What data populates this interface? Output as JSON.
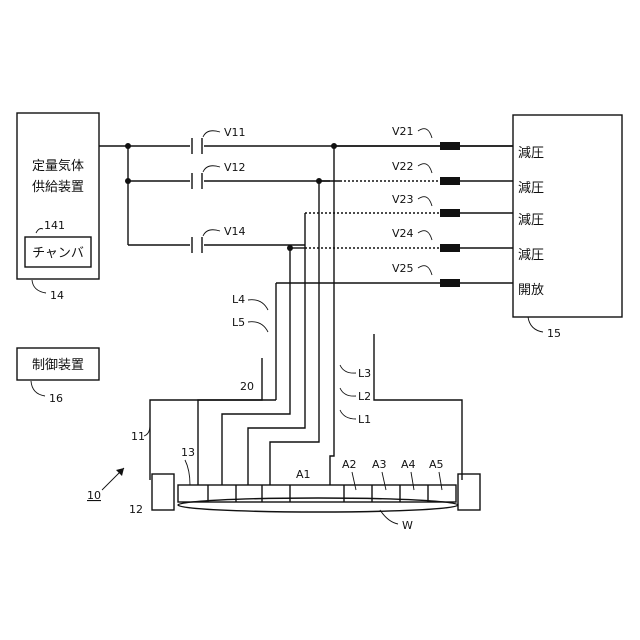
{
  "blocks": {
    "gas_supply_line1": "定量気体",
    "gas_supply_line2": "供給装置",
    "chamber_ref": "141",
    "chamber": "チャンバ",
    "gas_supply_ref": "14",
    "pump_ref": "15",
    "controller": "制御装置",
    "controller_ref": "16"
  },
  "valves_left": [
    "V11",
    "V12",
    "V14"
  ],
  "valves_right": [
    "V21",
    "V22",
    "V23",
    "V24",
    "V25"
  ],
  "outlets": [
    "減圧",
    "減圧",
    "減圧",
    "減圧",
    "開放"
  ],
  "lines": [
    "L4",
    "L5",
    "L3",
    "L2",
    "L1"
  ],
  "parts": {
    "head": "20",
    "frame": "11",
    "assembly": "10",
    "ring": "12",
    "plate": "13",
    "wafer": "W"
  },
  "areas": [
    "A1",
    "A2",
    "A3",
    "A4",
    "A5"
  ]
}
